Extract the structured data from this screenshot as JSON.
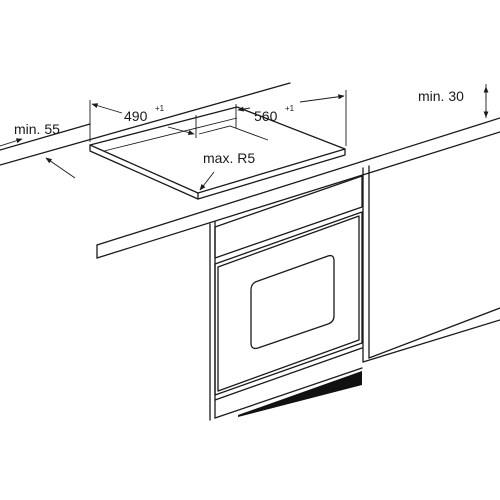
{
  "dimensions": {
    "cutout_depth": {
      "value": "490",
      "tolerance": "+1"
    },
    "cutout_width": {
      "value": "560",
      "tolerance": "+1"
    },
    "corner_radius": "max. R5",
    "min_front": "min. 55",
    "min_wall": "min. 30"
  },
  "colors": {
    "line": "#1a1a1a",
    "background": "#ffffff",
    "vent": "#111111"
  }
}
